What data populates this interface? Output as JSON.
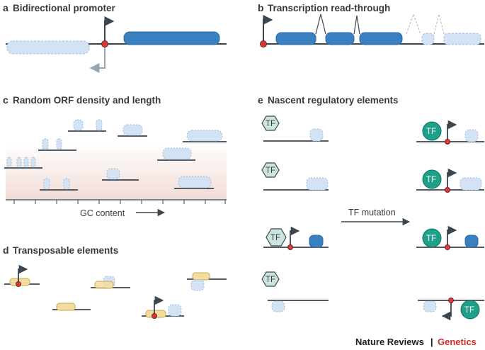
{
  "panels": {
    "a": {
      "letter": "a",
      "title": "Bidirectional promoter"
    },
    "b": {
      "letter": "b",
      "title": "Transcription read-through"
    },
    "c": {
      "letter": "c",
      "title": "Random ORF density and length",
      "axis_label": "GC content"
    },
    "d": {
      "letter": "d",
      "title": "Transposable elements"
    },
    "e": {
      "letter": "e",
      "title": "Nascent regulatory elements",
      "tf_label": "TF",
      "mutation_label": "TF mutation"
    }
  },
  "footer": {
    "journal": "Nature Reviews",
    "separator": "|",
    "section": "Genetics"
  },
  "colors": {
    "gene_blue": "#3a7fc0",
    "gene_light": "#cfe0f2",
    "promoter_red": "#d63a3a",
    "tf_teal": "#1fa08a",
    "tf_pale": "#cce6df",
    "transposon": "#f3dca0",
    "line": "#3c4650",
    "brand_red": "#d62b2b"
  }
}
